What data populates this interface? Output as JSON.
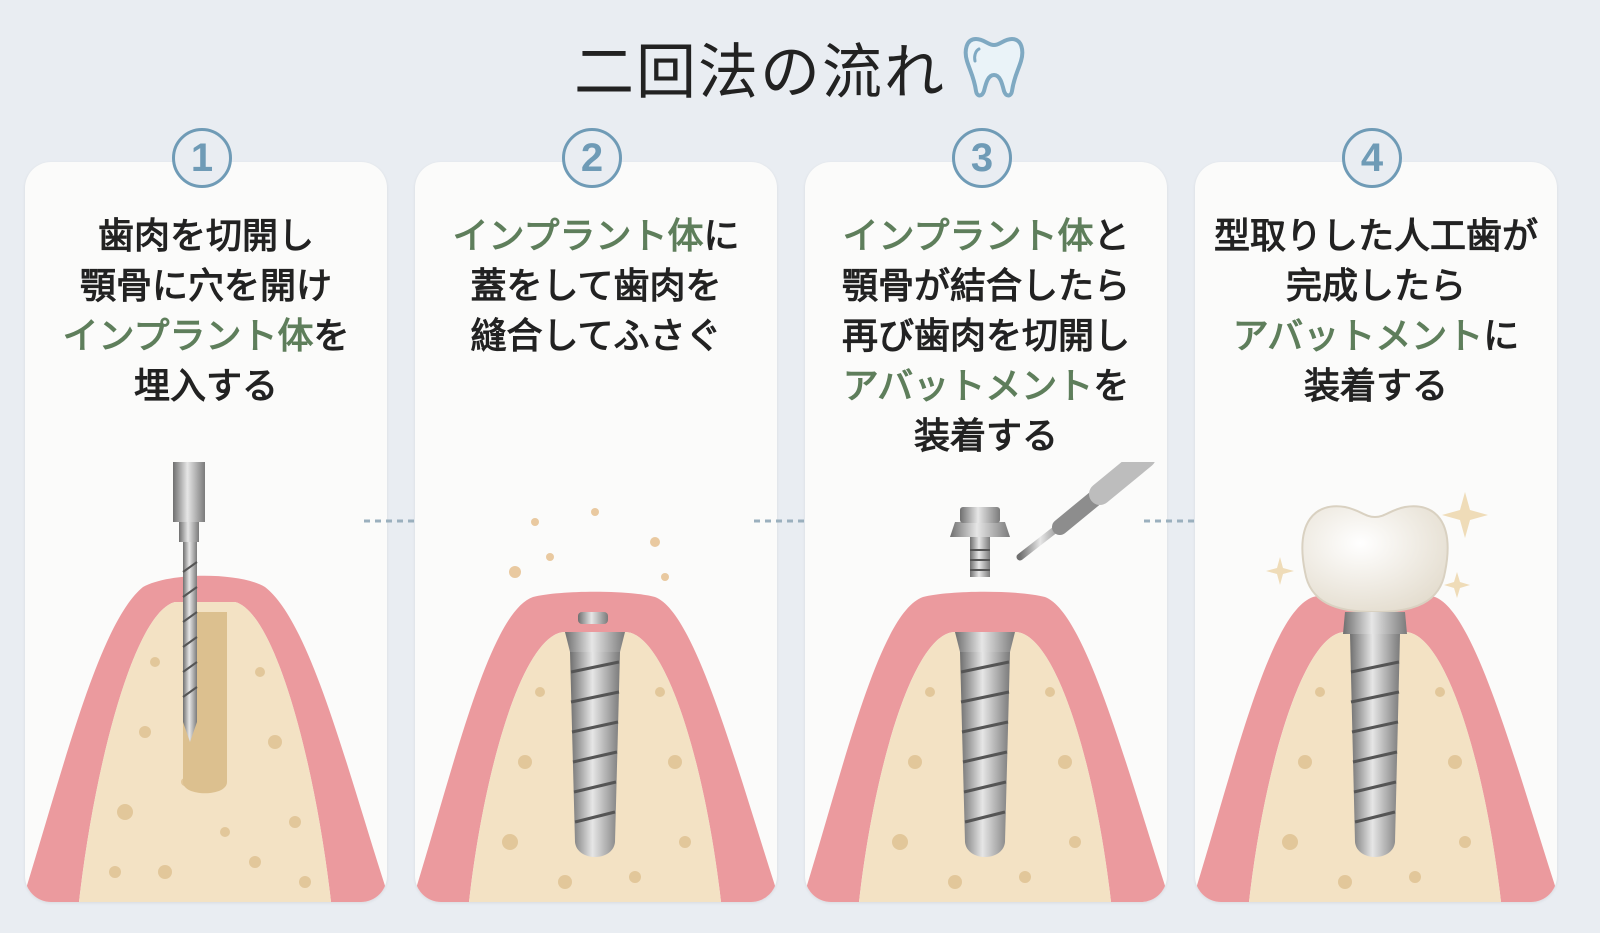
{
  "title": "二回法の流れ",
  "icon": "tooth-icon",
  "colors": {
    "accent_blue": "#6f9bb6",
    "highlight_green": "#5e7e5b",
    "gum": "#eb9a9e",
    "bone": "#f3e2c4"
  },
  "steps": [
    {
      "number": "1",
      "lines": [
        [
          {
            "t": "歯肉を切開し"
          }
        ],
        [
          {
            "t": "顎骨に穴を開け"
          }
        ],
        [
          {
            "t": "インプラント体",
            "hl": true
          },
          {
            "t": "を"
          }
        ],
        [
          {
            "t": "埋入する"
          }
        ]
      ]
    },
    {
      "number": "2",
      "lines": [
        [
          {
            "t": "インプラント体",
            "hl": true
          },
          {
            "t": "に"
          }
        ],
        [
          {
            "t": "蓋をして歯肉を"
          }
        ],
        [
          {
            "t": "縫合してふさぐ"
          }
        ]
      ]
    },
    {
      "number": "3",
      "lines": [
        [
          {
            "t": "インプラント体",
            "hl": true
          },
          {
            "t": "と"
          }
        ],
        [
          {
            "t": "顎骨が結合したら"
          }
        ],
        [
          {
            "t": "再び歯肉を切開し"
          }
        ],
        [
          {
            "t": "アバットメント",
            "hl": true
          },
          {
            "t": "を"
          }
        ],
        [
          {
            "t": "装着する"
          }
        ]
      ]
    },
    {
      "number": "4",
      "lines": [
        [
          {
            "t": "型取りした人工歯が"
          }
        ],
        [
          {
            "t": "完成したら"
          }
        ],
        [
          {
            "t": "アバットメント",
            "hl": true
          },
          {
            "t": "に"
          }
        ],
        [
          {
            "t": "装着する"
          }
        ]
      ]
    }
  ]
}
